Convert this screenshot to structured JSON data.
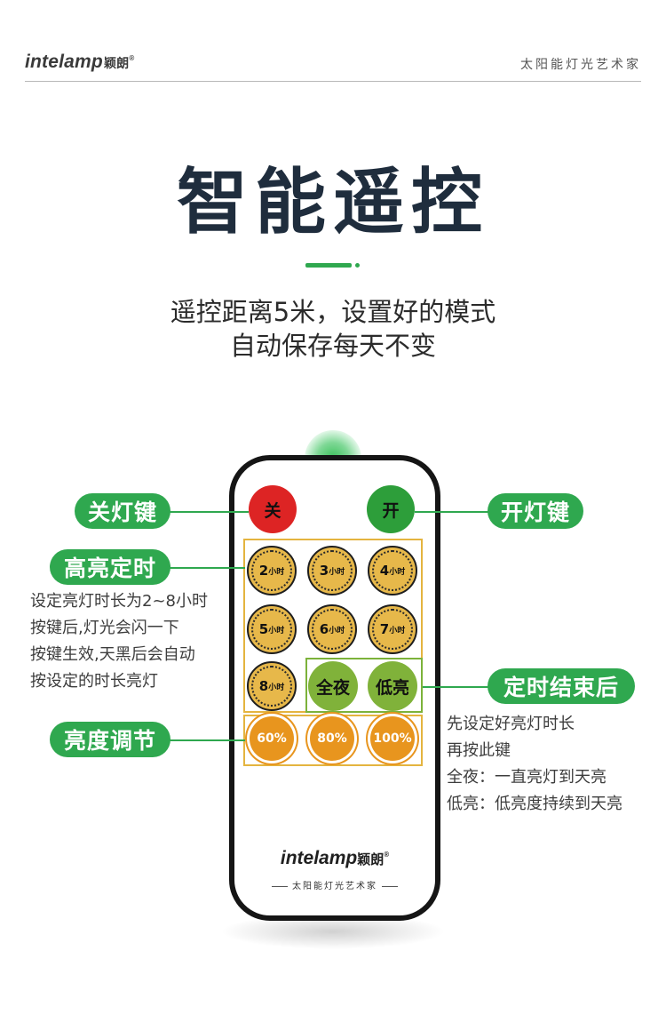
{
  "header": {
    "brand": "intelamp",
    "brand_cn": "颖朗",
    "brand_mark": "®",
    "tagline": "太阳能灯光艺术家"
  },
  "title": "智能遥控",
  "subtitle": {
    "line1": "遥控距离5米，设置好的模式",
    "line2": "自动保存每天不变"
  },
  "remote": {
    "off_button": "关",
    "on_button": "开",
    "timers": [
      {
        "num": "2",
        "unit": "小时"
      },
      {
        "num": "3",
        "unit": "小时"
      },
      {
        "num": "4",
        "unit": "小时"
      },
      {
        "num": "5",
        "unit": "小时"
      },
      {
        "num": "6",
        "unit": "小时"
      },
      {
        "num": "7",
        "unit": "小时"
      },
      {
        "num": "8",
        "unit": "小时"
      }
    ],
    "mode_all_night": "全夜",
    "mode_low": "低亮",
    "brightness": [
      "60%",
      "80%",
      "100%"
    ],
    "logo": "intelamp",
    "logo_cn": "颖朗",
    "logo_mark": "®",
    "logo_tag": "太阳能灯光艺术家"
  },
  "callouts": {
    "off_key": "关灯键",
    "on_key": "开灯键",
    "timer": "高亮定时",
    "timer_notes": [
      "设定亮灯时长为2~8小时",
      "按键后,灯光会闪一下",
      "按键生效,天黑后会自动",
      "按设定的时长亮灯"
    ],
    "after_timer": "定时结束后",
    "after_notes": [
      "先设定好亮灯时长",
      "再按此键",
      "全夜：一直亮灯到天亮",
      "低亮：低亮度持续到天亮"
    ],
    "brightness": "亮度调节"
  },
  "colors": {
    "accent_green": "#2fa84f",
    "off_red": "#dd2424",
    "on_green": "#2d9e3a",
    "timer_gold": "#e7b84a",
    "mode_green": "#80b23a",
    "bright_orange": "#e8951e"
  }
}
